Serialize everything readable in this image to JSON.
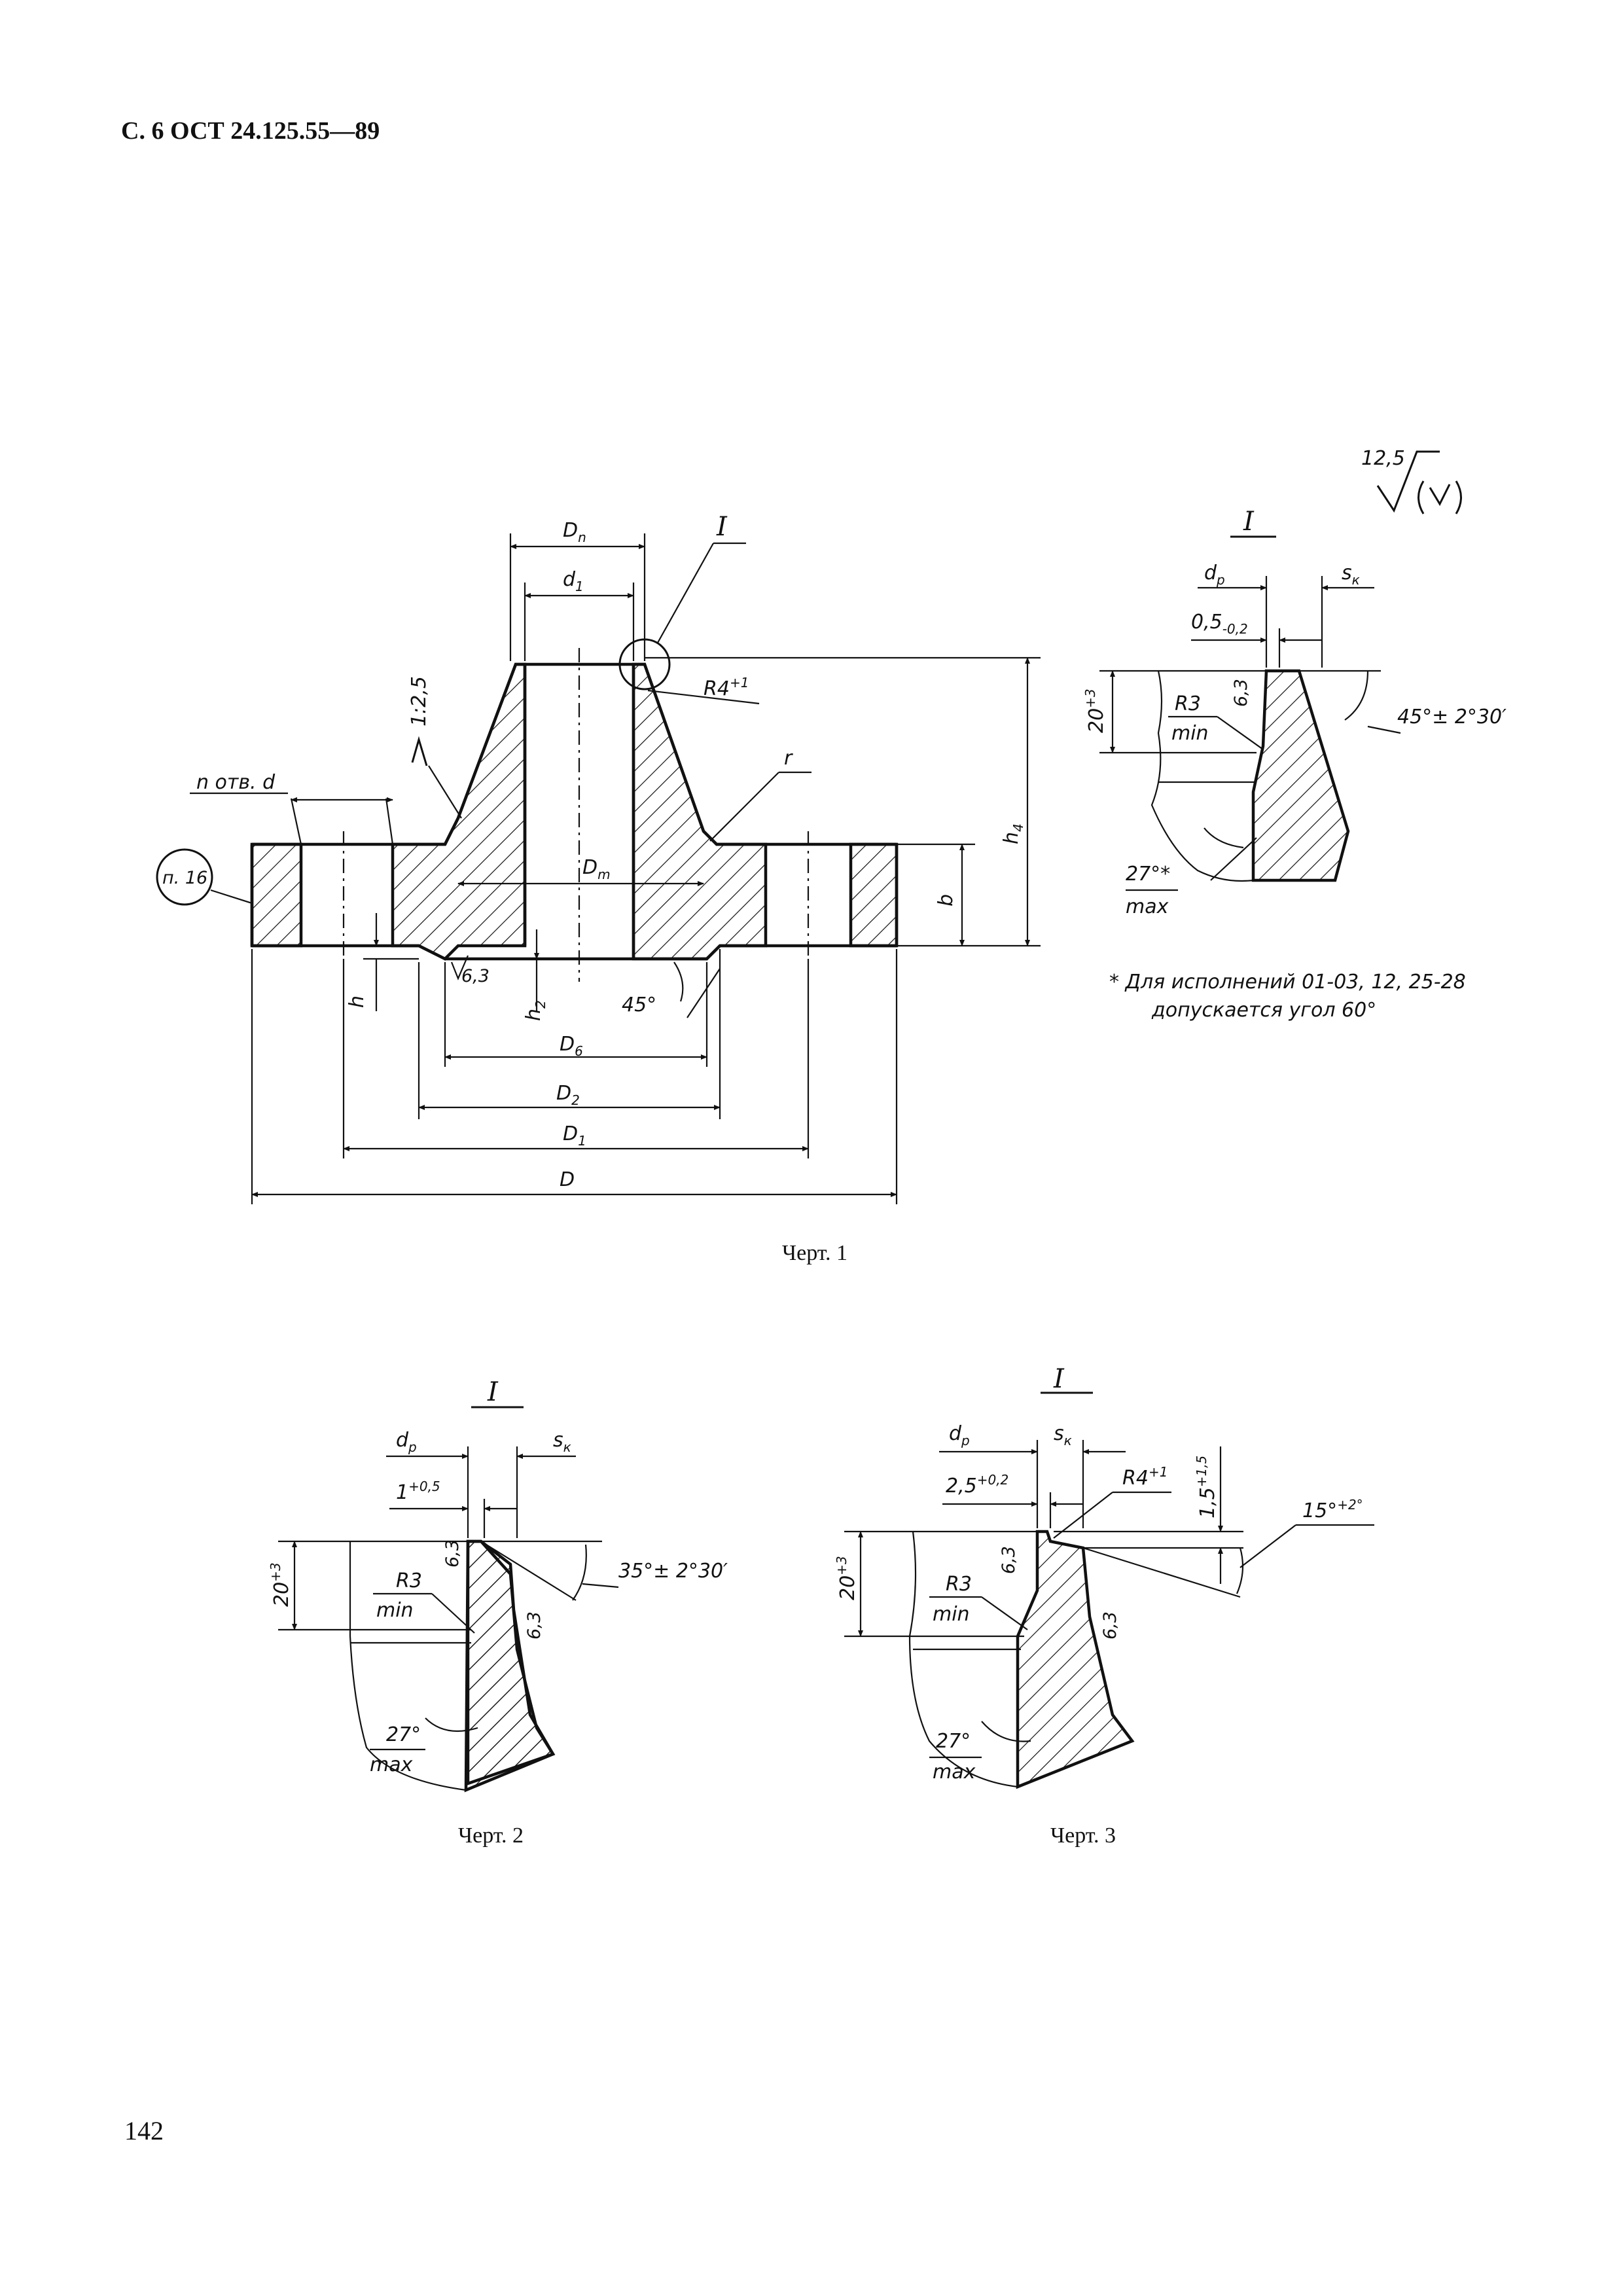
{
  "header": {
    "text": "С. 6 ОСТ 24.125.55—89"
  },
  "page_number": "142",
  "roughness": {
    "value": "12,5"
  },
  "figure1": {
    "caption": "Черт. 1",
    "labels": {
      "Dn": "D",
      "Dn_sub": "n",
      "d1": "d",
      "d1_sub": "1",
      "Dm": "D",
      "Dm_sub": "m",
      "D6": "D",
      "D6_sub": "6",
      "D2": "D",
      "D2_sub": "2",
      "D1": "D",
      "D1_sub": "1",
      "D": "D",
      "h4": "h",
      "h4_sub": "4",
      "b": "b",
      "h": "h",
      "h2": "h",
      "h2_sub": "2",
      "taper": "1:2,5",
      "holes": "n отв. d",
      "note_ref": "п. 16",
      "detail": "I",
      "r": "r",
      "r4": "R4",
      "r4_sup": "+1",
      "rough63": "6,3",
      "angle45": "45°"
    }
  },
  "detail1": {
    "title": "I",
    "labels": {
      "dp": "d",
      "dp_sub": "p",
      "sk": "s",
      "sk_sub": "к",
      "tol": "0,5",
      "tol_sub": "-0,2",
      "h20": "20",
      "h20_sup": "+3",
      "r3": "R3",
      "min": "min",
      "rough": "6,3",
      "angle": "45°± 2°30′",
      "ang27": "27°*",
      "max": "max"
    },
    "footnote_line1": "* Для исполнений 01-03, 12, 25-28",
    "footnote_line2": "допускается угол 60°"
  },
  "figure2": {
    "caption": "Черт. 2",
    "title": "I",
    "labels": {
      "dp": "d",
      "dp_sub": "p",
      "sk": "s",
      "sk_sub": "к",
      "tol": "1",
      "tol_sup": "+0,5",
      "h20": "20",
      "h20_sup": "+3",
      "r3": "R3",
      "min": "min",
      "rough": "6,3",
      "angle": "35°± 2°30′",
      "ang27": "27°",
      "max": "max"
    }
  },
  "figure3": {
    "caption": "Черт. 3",
    "title": "I",
    "labels": {
      "dp": "d",
      "dp_sub": "p",
      "sk": "s",
      "sk_sub": "к",
      "tol": "2,5",
      "tol_sup": "+0,2",
      "r4": "R4",
      "r4_sup": "+1",
      "h15": "1,5",
      "h15_sup": "+1,5",
      "angle": "15°",
      "angle_sup": "+2°",
      "h20": "20",
      "h20_sup": "+3",
      "r3": "R3",
      "min": "min",
      "rough": "6,3",
      "ang27": "27°",
      "max": "max"
    }
  }
}
